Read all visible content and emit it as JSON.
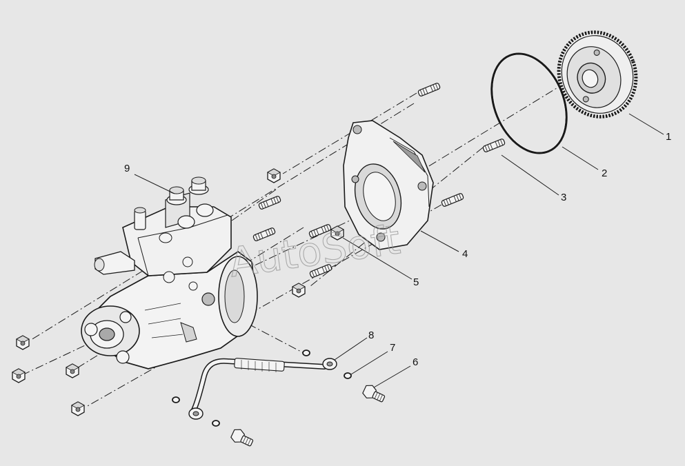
{
  "watermark": "AutoSoft",
  "callouts": [
    {
      "id": "1"
    },
    {
      "id": "2"
    },
    {
      "id": "3"
    },
    {
      "id": "4"
    },
    {
      "id": "5"
    },
    {
      "id": "6"
    },
    {
      "id": "7"
    },
    {
      "id": "8"
    },
    {
      "id": "9"
    }
  ],
  "colors": {
    "background": "#e7e7e7",
    "line": "#1a1a1a",
    "part_fill": "#f4f4f4",
    "shade": "#bdbdbd"
  }
}
